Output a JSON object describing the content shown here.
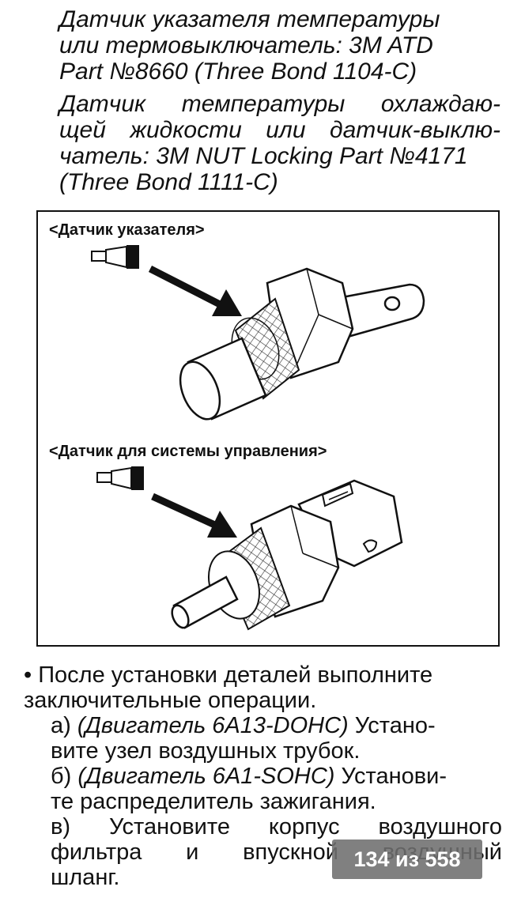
{
  "para1": {
    "lines": [
      "Датчик указателя температуры",
      "или термовыключатель: 3M ATD",
      "Part №8660 (Three Bond 1104-C)"
    ]
  },
  "para2": {
    "line1": [
      "Датчик",
      "температуры",
      "охлаждаю-"
    ],
    "line2": [
      "щей",
      "жидкости",
      "или",
      "датчик-выклю-"
    ],
    "line3": "чатель: 3M NUT Locking Part №4171",
    "line4": "(Three Bond 1111-C)"
  },
  "figure": {
    "caption_top": "<Датчик указателя>",
    "caption_bottom": "<Датчик для системы управления>"
  },
  "body": {
    "bullet": "• После установки деталей выполните",
    "bullet_cont": "заключительные операции.",
    "a_label": "а) ",
    "a_engine": "(Двигатель 6A13-DOHC)",
    "a_rest": " Устано-",
    "a_line2": "вите узел воздушных трубок.",
    "b_label": "б) ",
    "b_engine": "(Двигатель 6A1-SOHC)",
    "b_rest": " Установи-",
    "b_line2": "те распределитель зажигания.",
    "c_line1": [
      "в)",
      "Установите",
      "корпус",
      "воздушного"
    ],
    "c_line2": [
      "фильтра",
      "и",
      "впускной",
      "воздушный"
    ],
    "c_line3": "шланг."
  },
  "page_counter": "134 из 558"
}
